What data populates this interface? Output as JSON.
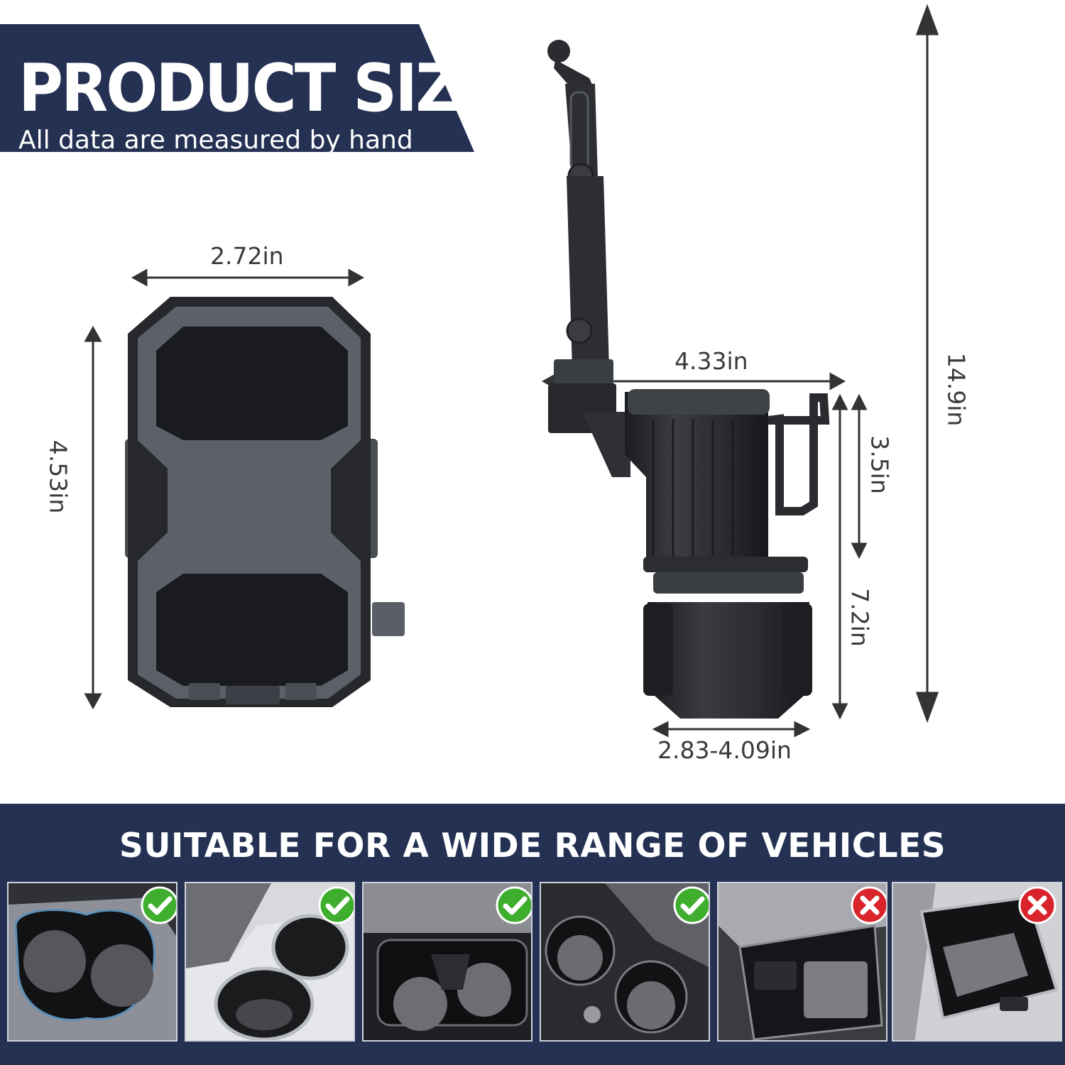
{
  "header": {
    "title": "PRODUCT SIZE",
    "subtitle": "All data are measured by hand"
  },
  "dimensions": {
    "phone_width": "2.72in",
    "phone_height": "4.53in",
    "cup_width": "4.33in",
    "total_height": "14.9in",
    "cup_depth": "3.5in",
    "holder_height": "7.2in",
    "base_range": "2.83-4.09in"
  },
  "vehicles": {
    "title": "SUITABLE FOR A WIDE RANGE OF VEHICLES",
    "tiles": [
      {
        "fit": "check"
      },
      {
        "fit": "check"
      },
      {
        "fit": "check"
      },
      {
        "fit": "check"
      },
      {
        "fit": "cross"
      },
      {
        "fit": "cross"
      }
    ]
  },
  "colors": {
    "banner": "#243152",
    "check": "#3fae2e",
    "cross": "#d8242a",
    "arrow": "#333333"
  }
}
